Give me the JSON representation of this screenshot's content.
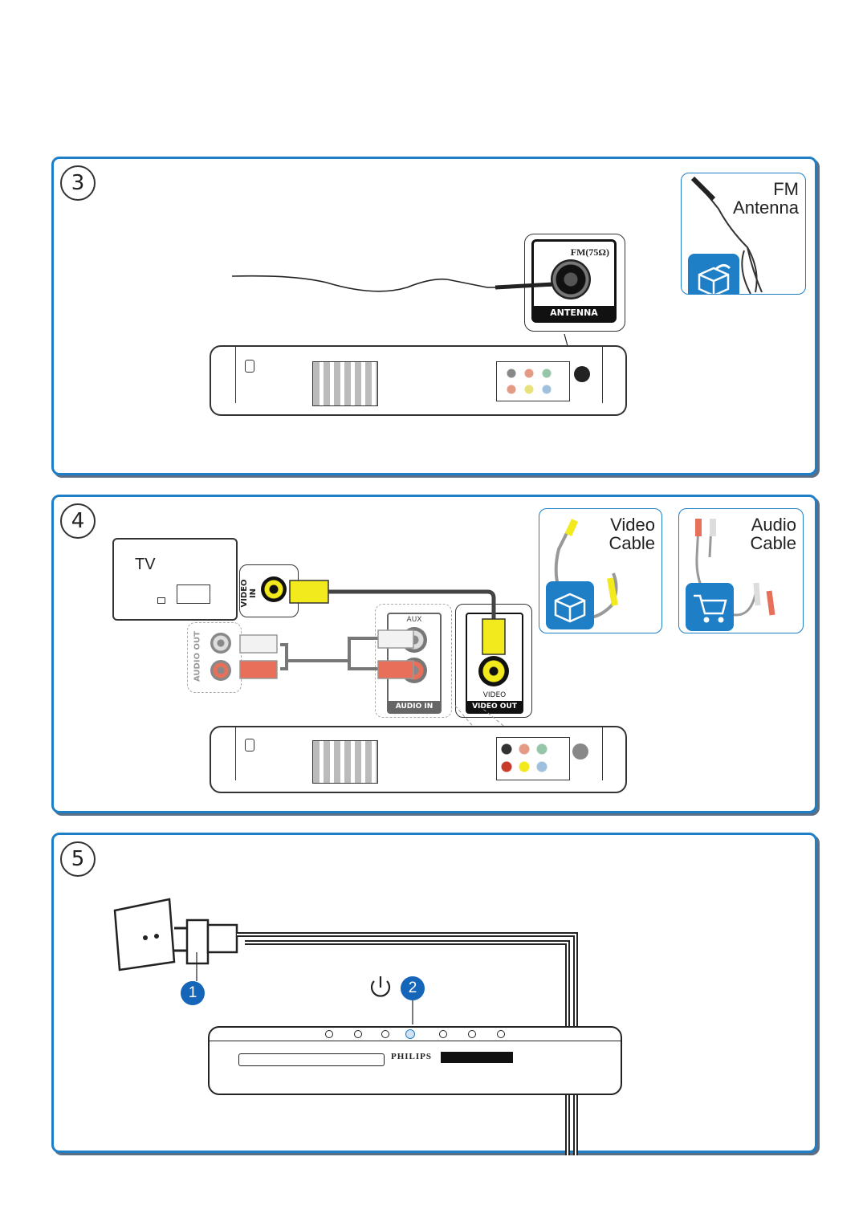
{
  "steps": [
    {
      "number": "3"
    },
    {
      "number": "4"
    },
    {
      "number": "5"
    }
  ],
  "fm_card": {
    "line1": "FM",
    "line2": "Antenna"
  },
  "video_card": {
    "line1": "Video",
    "line2": "Cable"
  },
  "audio_card": {
    "line1": "Audio",
    "line2": "Cable"
  },
  "antenna_zoom": {
    "top_label": "FM(75Ω)",
    "bottom_label": "ANTENNA"
  },
  "tv_label": "TV",
  "video_in_label": "VIDEO IN",
  "audio_out_label": "AUDIO OUT",
  "aux_zoom": {
    "top_label": "AUX",
    "bottom_label": "AUDIO IN"
  },
  "video_out_zoom": {
    "top_label": "VIDEO",
    "bottom_label": "VIDEO OUT"
  },
  "callouts": {
    "one": "1",
    "two": "2"
  },
  "brand": "PHILIPS",
  "colors": {
    "accent": "#1e7fc7",
    "cable_yellow": "#f2ea1c",
    "audio_red": "#e8705a",
    "badge_blue": "#1565b8"
  }
}
